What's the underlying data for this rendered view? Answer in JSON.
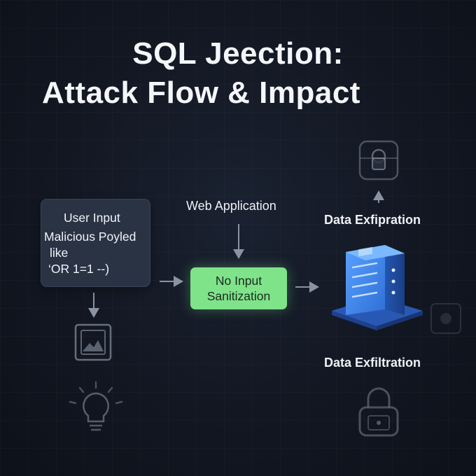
{
  "title": {
    "line1": "SQL Jeection:",
    "line2": "Attack Flow & Impact"
  },
  "nodes": {
    "user_input": {
      "line1": "User Input",
      "line2": "Malicious Poyled",
      "line3": "like",
      "line4": "‘OR 1=1 --)"
    },
    "web_application": "Web Application",
    "sanitization": {
      "line1": "No Input",
      "line2": "Sanitization"
    },
    "data_exfipration": "Data Exfipration",
    "data_exfiltration": "Data Exfiltration"
  },
  "icons": [
    "server-stack-icon",
    "secure-terminal-icon",
    "lock-icon",
    "image-file-icon",
    "lightbulb-icon"
  ],
  "colors": {
    "background": "#121722",
    "box": "#2a3344",
    "sanitization_box": "#7fe38a",
    "server": "#3f7fe0",
    "arrow": "#8a93a3"
  }
}
